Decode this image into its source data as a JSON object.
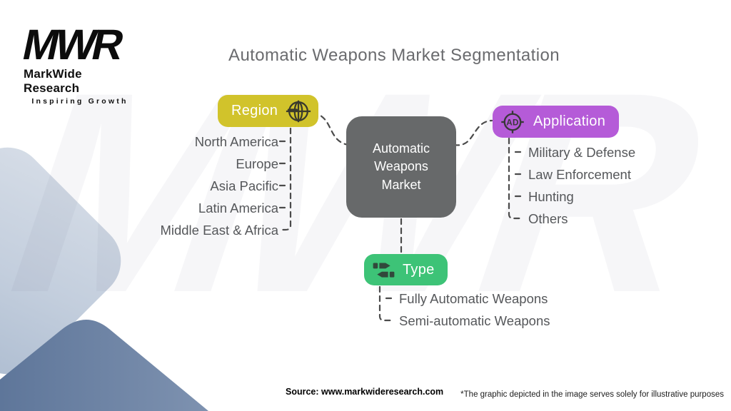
{
  "page": {
    "title": "Automatic Weapons Market Segmentation"
  },
  "logo": {
    "acronym": "MWR",
    "name": "MarkWide Research",
    "tagline": "Inspiring Growth"
  },
  "watermark": "MWR",
  "center_node": {
    "label": "Automatic Weapons Market",
    "color": "#67696a"
  },
  "branches": [
    {
      "id": "region",
      "label": "Region",
      "color": "#d1c32b",
      "icon": "globe-scope-icon",
      "items": [
        "North America",
        "Europe",
        "Asia Pacific",
        "Latin America",
        "Middle East & Africa"
      ]
    },
    {
      "id": "application",
      "label": "Application",
      "color": "#b55bd8",
      "icon": "ad-target-icon",
      "icon_text": "AD",
      "items": [
        "Military & Defense",
        "Law Enforcement",
        "Hunting",
        "Others"
      ]
    },
    {
      "id": "type",
      "label": "Type",
      "color": "#3dc377",
      "icon": "bullets-icon",
      "items": [
        "Fully Automatic Weapons",
        "Semi-automatic Weapons"
      ]
    }
  ],
  "footer": {
    "source": "Source: www.markwideresearch.com",
    "disclaimer": "*The graphic depicted in the image serves solely for illustrative purposes"
  }
}
